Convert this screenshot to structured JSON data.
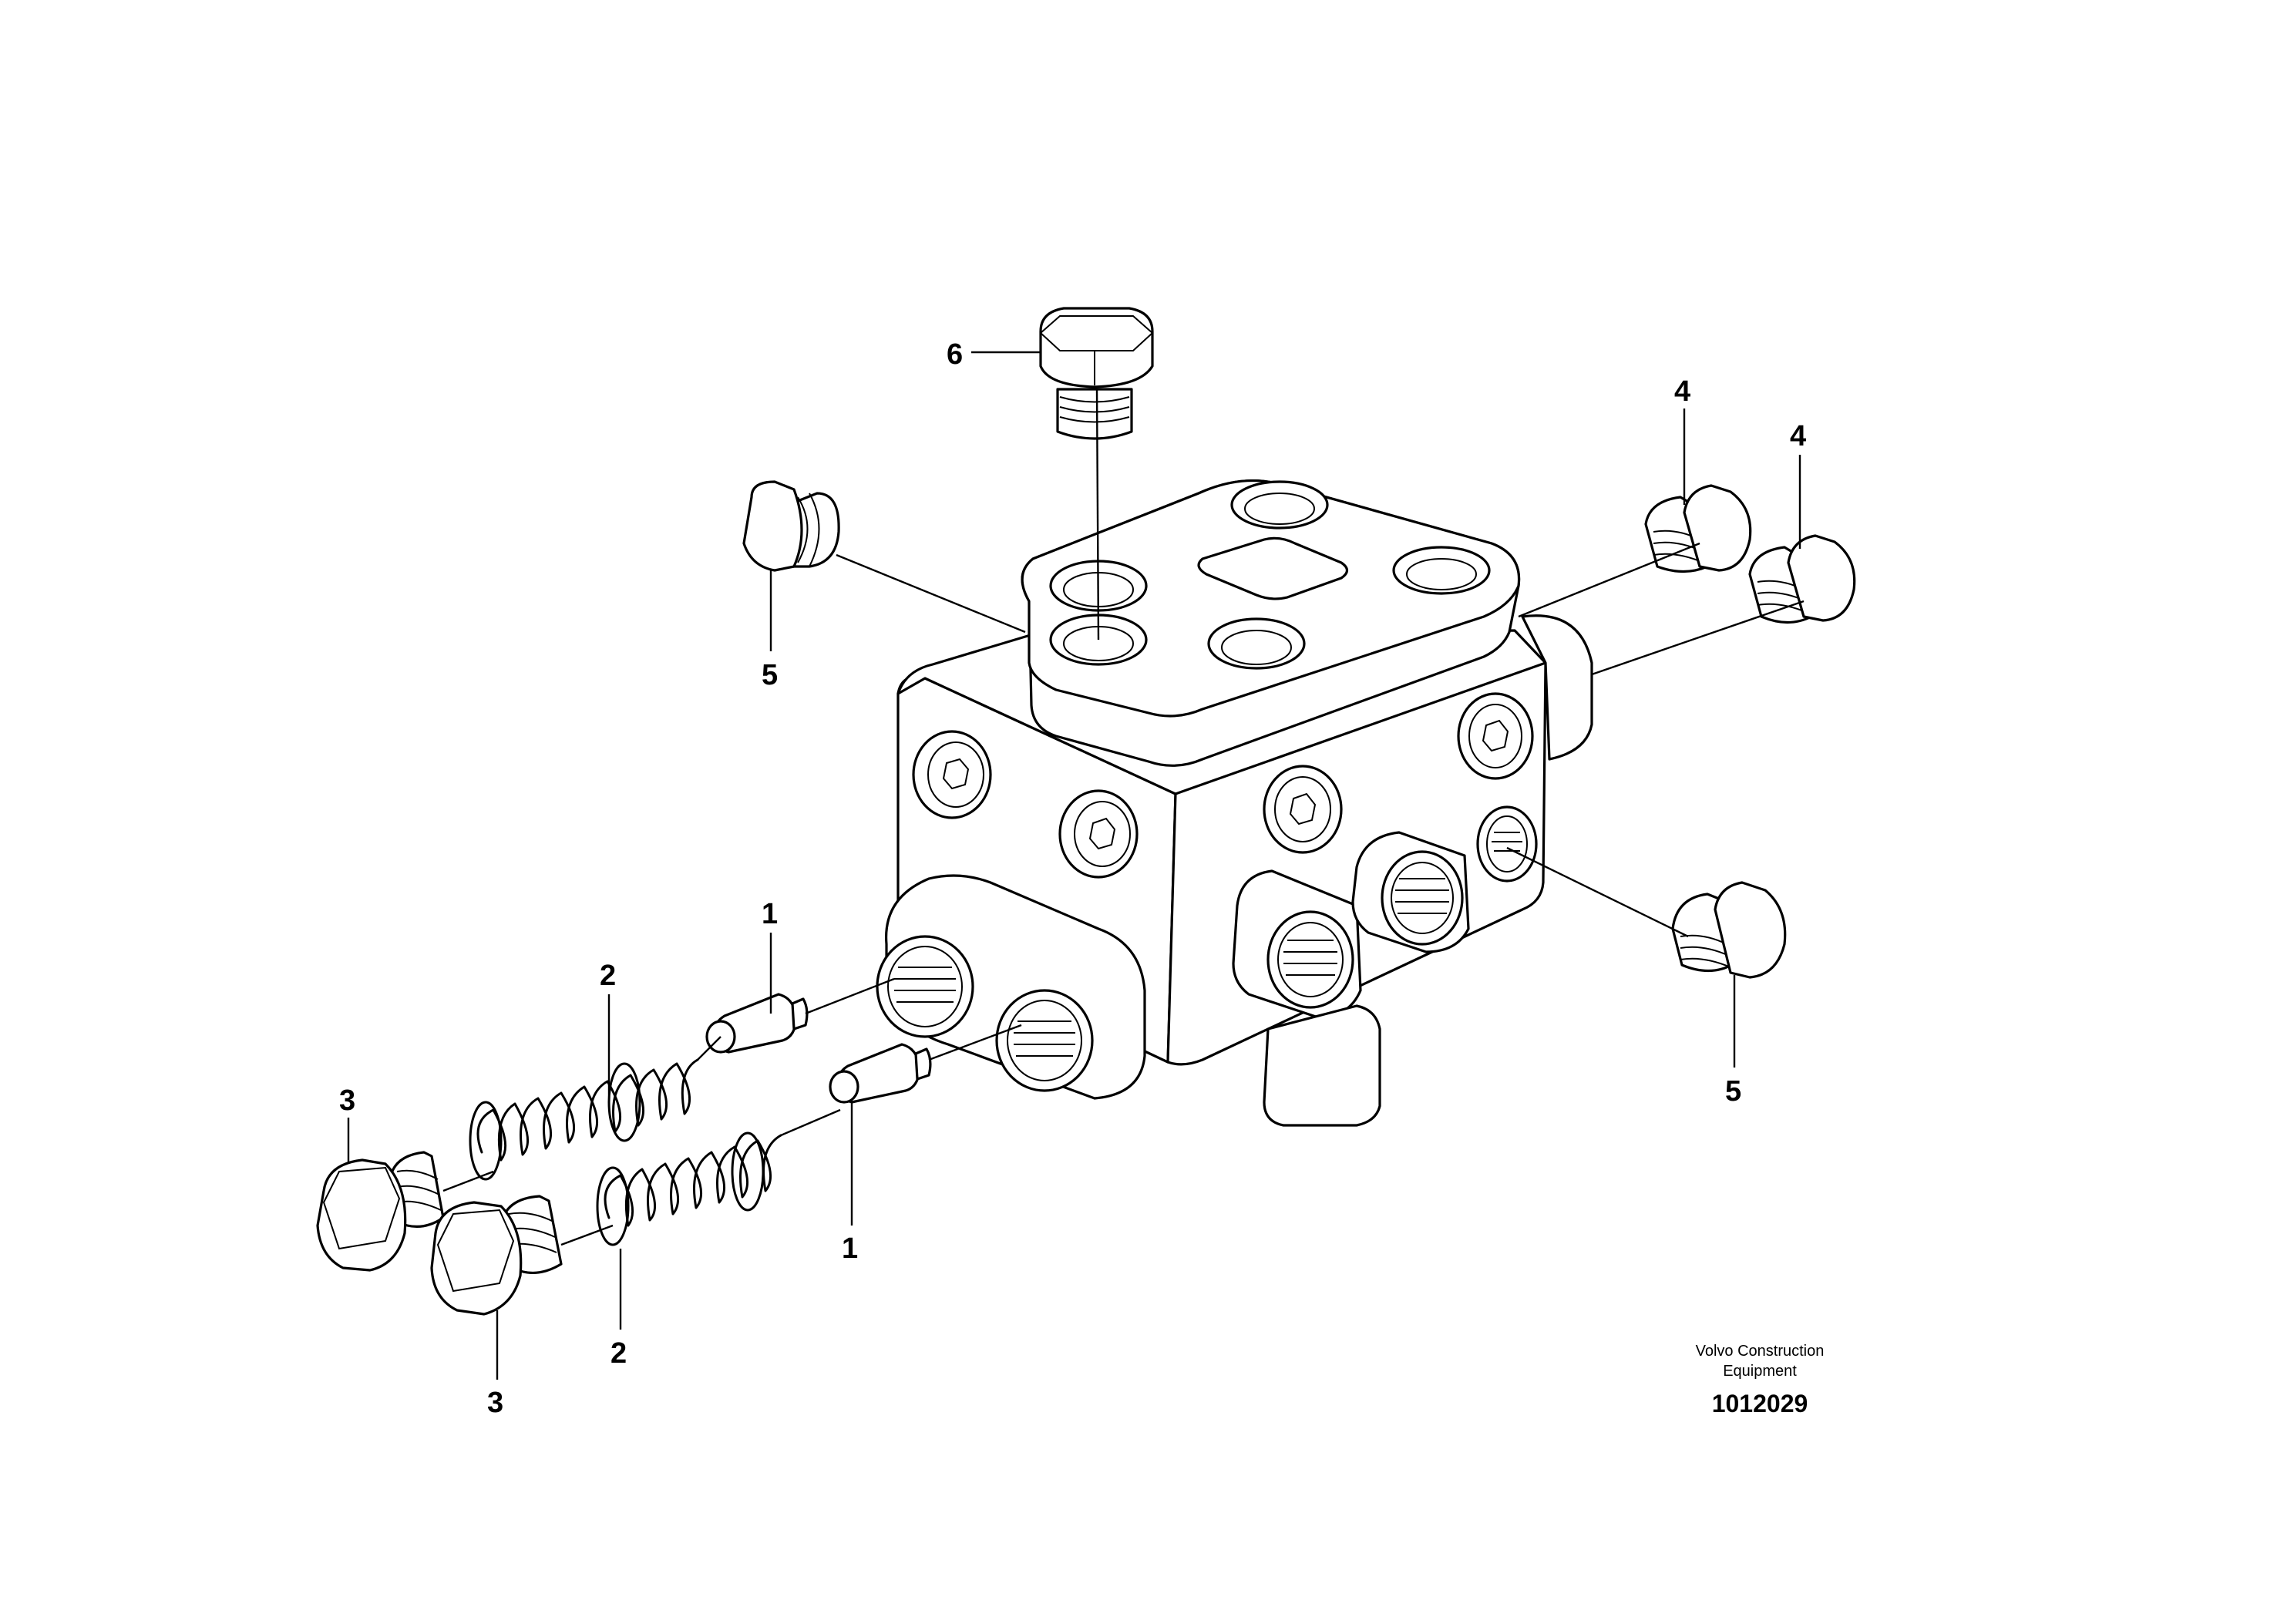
{
  "diagram": {
    "callouts": {
      "item1_upper": "1",
      "item1_lower": "1",
      "item2_upper": "2",
      "item2_lower": "2",
      "item3_upper": "3",
      "item3_lower": "3",
      "item4_left": "4",
      "item4_right": "4",
      "item5_left": "5",
      "item5_right": "5",
      "item6": "6"
    },
    "credit_line1": "Volvo Construction",
    "credit_line2": "Equipment",
    "document_number": "1012029"
  }
}
